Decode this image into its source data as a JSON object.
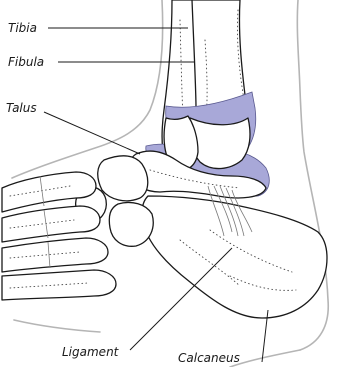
{
  "labels": {
    "tibia": "Tibia",
    "fibula": "Fibula",
    "talus": "Talus",
    "ligament": "Ligament",
    "calcaneus": "Calcaneus"
  },
  "colors": {
    "cartilage": "#a8a8d8",
    "bone_outline": "#1a1a1a",
    "skin_outline": "#b5b5b5"
  }
}
